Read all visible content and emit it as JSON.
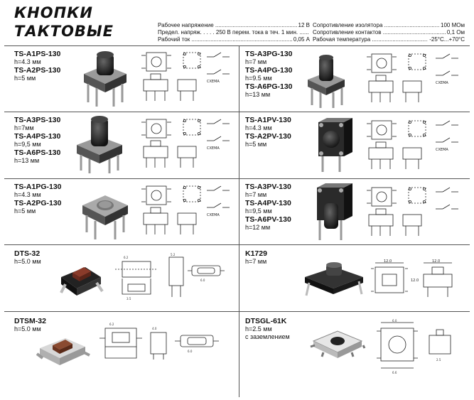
{
  "header": {
    "title_line1": "КНОПКИ",
    "title_line2": "ТАКТОВЫЕ",
    "specs_left": [
      {
        "label": "Рабочее напряжение",
        "value": "12 В"
      },
      {
        "label": "Предел. напряж. . . . . 250 В перем. тока в теч. 1 мин.",
        "value": ""
      },
      {
        "label": "Рабочий ток",
        "value": "0,05 А"
      }
    ],
    "specs_right": [
      {
        "label": "Сопротивление изолятора",
        "value": "100 МОм"
      },
      {
        "label": "Сопротивление контактов",
        "value": "0,1 Ом"
      },
      {
        "label": "Рабочая температура",
        "value": "-25°C...+70°C"
      }
    ]
  },
  "rows": [
    {
      "left": {
        "lines": [
          {
            "m": "TS-A1PS-130"
          },
          {
            "h": "h=4.3 мм"
          },
          {
            "m": "TS-A2PS-130"
          },
          {
            "h": "h=5 мм"
          }
        ],
        "schema_label": "СХЕМА"
      },
      "right": {
        "lines": [
          {
            "m": "TS-A3PG-130"
          },
          {
            "h": "h=7 мм"
          },
          {
            "m": "TS-A4PG-130"
          },
          {
            "h": "h=9.5 мм"
          },
          {
            "m": "TS-A6PG-130"
          },
          {
            "h": "h=13 мм"
          }
        ],
        "schema_label": "СХЕМА"
      }
    },
    {
      "left": {
        "lines": [
          {
            "m": "TS-A3PS-130"
          },
          {
            "h": "h=7мм"
          },
          {
            "m": "TS-A4PS-130"
          },
          {
            "h": "h=9,5 мм"
          },
          {
            "m": "TS-A6PS-130"
          },
          {
            "h": "h=13 мм"
          }
        ],
        "schema_label": "СХЕМА"
      },
      "right": {
        "lines": [
          {
            "m": "TS-A1PV-130"
          },
          {
            "h": "h=4.3 мм"
          },
          {
            "m": "TS-A2PV-130"
          },
          {
            "h": "h=5 мм"
          }
        ],
        "schema_label": "СХЕМА"
      }
    },
    {
      "left": {
        "lines": [
          {
            "m": "TS-A1PG-130"
          },
          {
            "h": "h=4.3 мм"
          },
          {
            "m": "TS-A2PG-130"
          },
          {
            "h": "h=5 мм"
          }
        ],
        "schema_label": "СХЕМА"
      },
      "right": {
        "lines": [
          {
            "m": "TS-A3PV-130"
          },
          {
            "h": "h=7 мм"
          },
          {
            "m": "TS-A4PV-130"
          },
          {
            "h": "h=9,5 мм"
          },
          {
            "m": "TS-A6PV-130"
          },
          {
            "h": "h=12 мм"
          }
        ],
        "schema_label": ""
      }
    },
    {
      "left": {
        "lines": [
          {
            "m": "DTS-32"
          },
          {
            "h": "h=5.0 мм"
          }
        ],
        "schema_label": ""
      },
      "right": {
        "lines": [
          {
            "m": "K1729"
          },
          {
            "h": "h=7 мм"
          }
        ],
        "schema_label": ""
      }
    },
    {
      "left": {
        "lines": [
          {
            "m": "DTSM-32"
          },
          {
            "h": "h=5.0 мм"
          }
        ],
        "schema_label": ""
      },
      "right": {
        "lines": [
          {
            "m": "DTSGL-61K"
          },
          {
            "h": "h=2.5 мм"
          },
          {
            "h": "с заземлением"
          }
        ],
        "schema_label": ""
      }
    }
  ],
  "dims": {
    "k1729_a": "12.0",
    "k1729_b": "12.0",
    "k1729_c": "12.0"
  }
}
